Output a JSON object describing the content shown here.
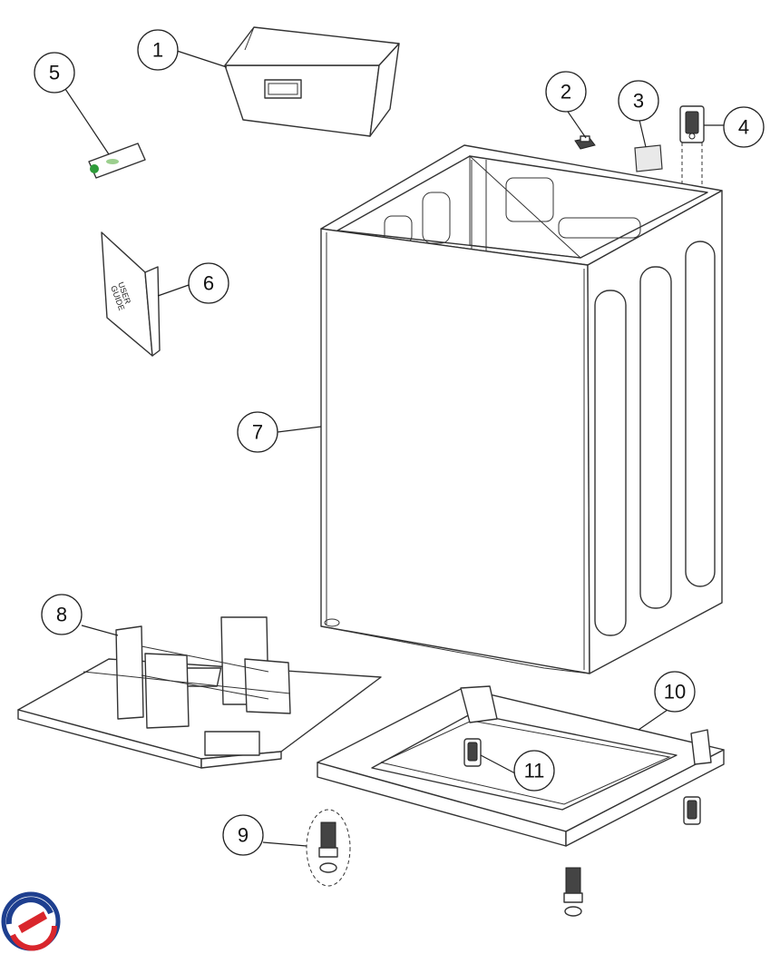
{
  "callouts": [
    {
      "id": "1",
      "label": "1"
    },
    {
      "id": "2",
      "label": "2"
    },
    {
      "id": "3",
      "label": "3"
    },
    {
      "id": "4",
      "label": "4"
    },
    {
      "id": "5",
      "label": "5"
    },
    {
      "id": "6",
      "label": "6"
    },
    {
      "id": "7",
      "label": "7"
    },
    {
      "id": "8",
      "label": "8"
    },
    {
      "id": "9",
      "label": "9"
    },
    {
      "id": "10",
      "label": "10"
    },
    {
      "id": "11",
      "label": "11"
    }
  ],
  "booklet": {
    "line1": "USER",
    "line2": "GUIDE"
  },
  "colors": {
    "line": "#333333",
    "logo_blue": "#1e3f8f",
    "logo_red": "#d9262c",
    "level_green": "#2e9b3a"
  }
}
